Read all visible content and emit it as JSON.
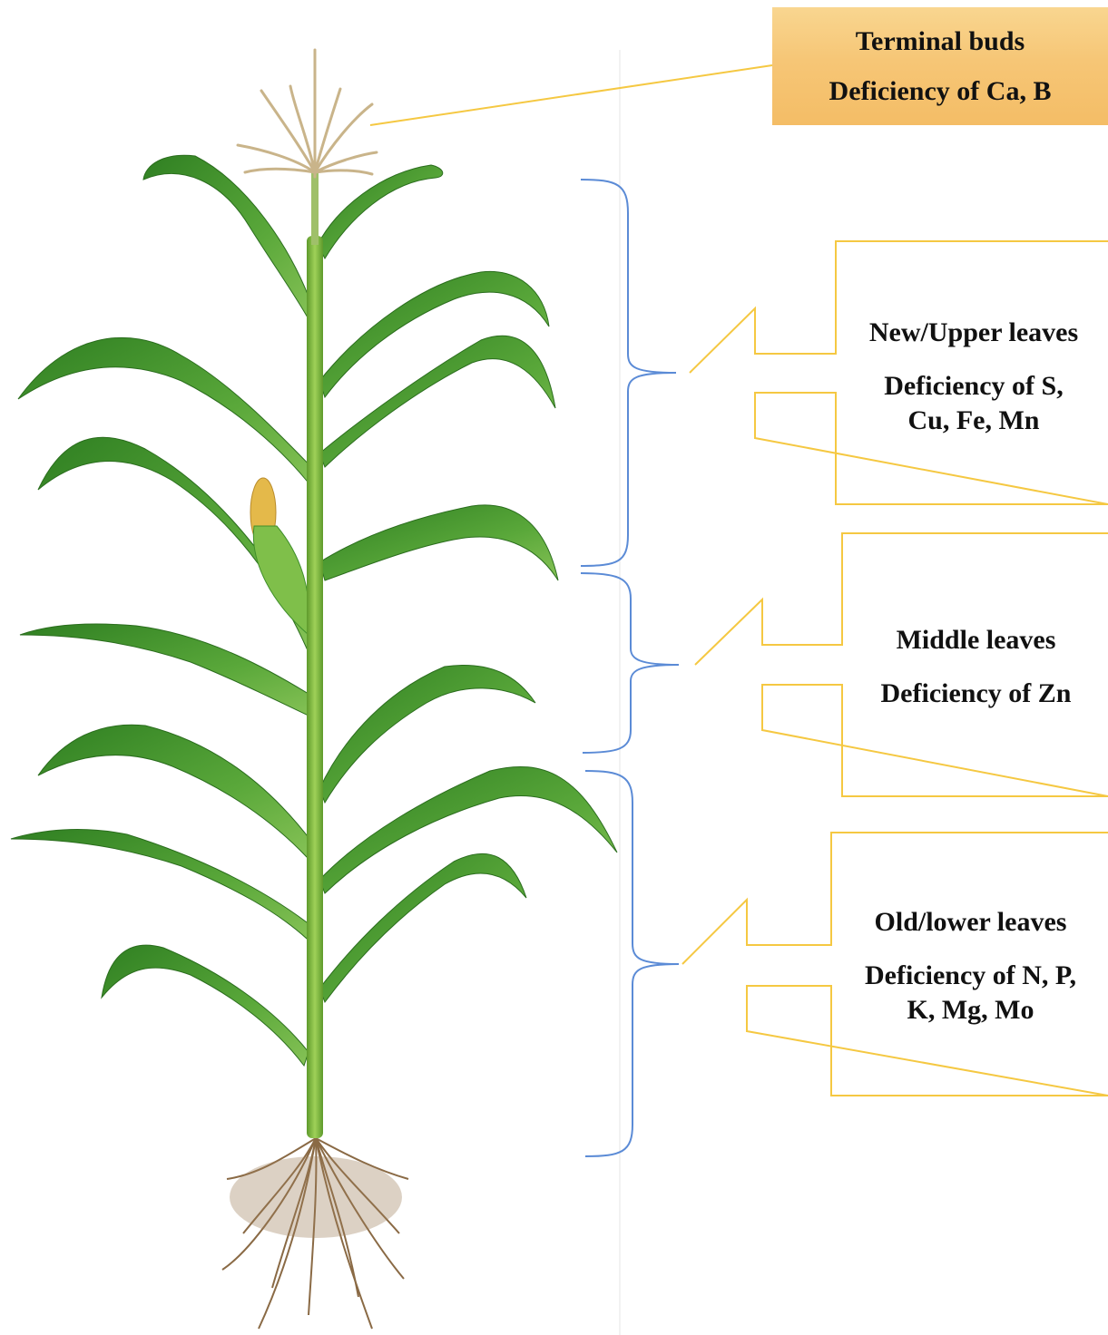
{
  "terminal": {
    "title": "Terminal buds",
    "deficiency": "Deficiency of Ca, B"
  },
  "upper": {
    "title": "New/Upper leaves",
    "deficiency_line1": "Deficiency of S,",
    "deficiency_line2": "Cu, Fe, Mn"
  },
  "middle": {
    "title": "Middle leaves",
    "deficiency": "Deficiency of Zn"
  },
  "lower": {
    "title": "Old/lower leaves",
    "deficiency_line1": "Deficiency of N, P,",
    "deficiency_line2": "K, Mg, Mo"
  },
  "colors": {
    "arrow_outline": "#f5c842",
    "bracket": "#5b8bd6",
    "box_fill": "#f6c676",
    "stem": "#7cb83a",
    "leaf": "#3f8f2a",
    "root": "#8a6a45",
    "tassel": "#c9b48a"
  }
}
